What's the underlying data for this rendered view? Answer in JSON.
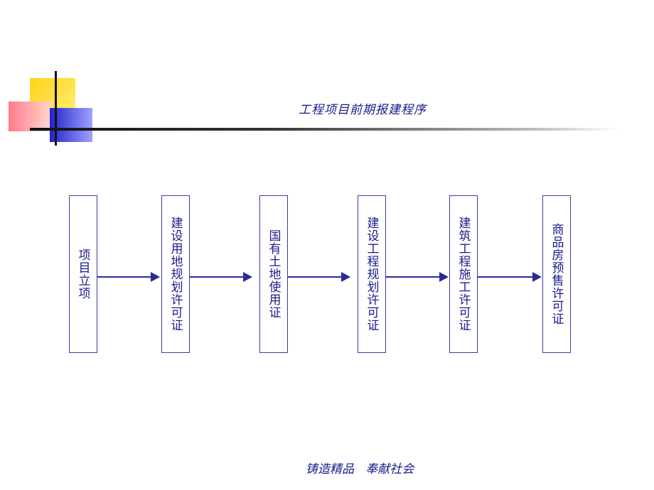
{
  "title": "工程项目前期报建程序",
  "steps": [
    "项目立项",
    "建设用地规划许可证",
    "国有土地使用证",
    "建设工程规划许可证",
    "建筑工程施工许可证",
    "商品房预售许可证"
  ],
  "footer": "铸造精品   奉献社会",
  "colors": {
    "text": "#1a1a8c",
    "box_border": "#3a3aa0",
    "arrow": "#2a2a9c",
    "logo_yellow": "#ffd21a",
    "logo_red": "#ff6b7a",
    "logo_blue": "#2323c8"
  }
}
